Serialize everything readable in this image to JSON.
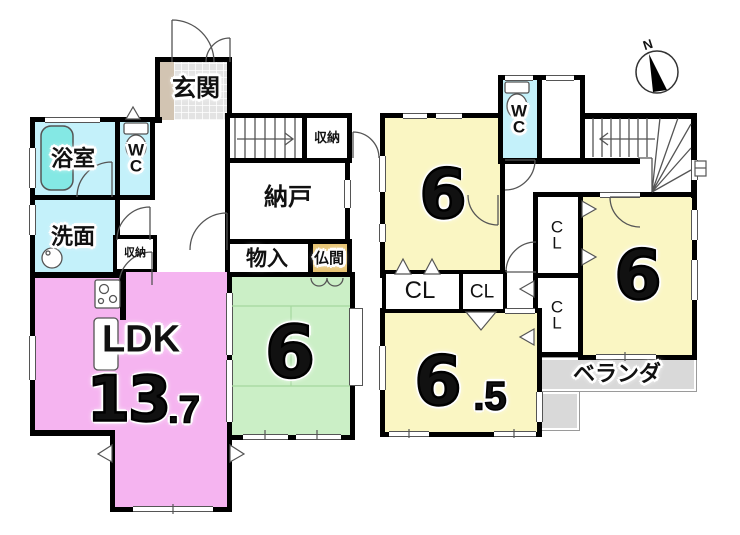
{
  "compass": {
    "north": "N"
  },
  "floor1": {
    "genkan": "玄関",
    "bathroom": "浴室",
    "wc": "W\nC",
    "washroom": "洗面",
    "storage_hall": "収納",
    "storage_stairs": "収納",
    "nando": "納戸",
    "monoire": "物入",
    "butsuma": "仏間",
    "ldk_label": "LDK",
    "ldk_int": "13",
    "ldk_frac": ".7",
    "tatami": "6"
  },
  "floor2": {
    "wc": "W\nC",
    "room_nw": "6",
    "room_e": "6",
    "room_s_int": "6",
    "room_s_frac": ".5",
    "cl_a": "CL",
    "cl_b": "CL",
    "cl_top": "C\nL",
    "cl_bottom": "C\nL",
    "veranda": "ベランダ"
  },
  "colors": {
    "ldk_pink": "#f5b4f0",
    "tatami_green": "#cbefc6",
    "room_yellow": "#faf6c3",
    "wet_cyan": "#c4f1fa",
    "tub_cyan": "#84e8e4",
    "butsuma_tan": "#e7c473",
    "genkan_tan": "#d2c4b2",
    "tile_gray": "#e3e3e3",
    "veranda_gray": "#d9d9d9",
    "wall_black": "#000000",
    "line_gray": "#555555"
  }
}
